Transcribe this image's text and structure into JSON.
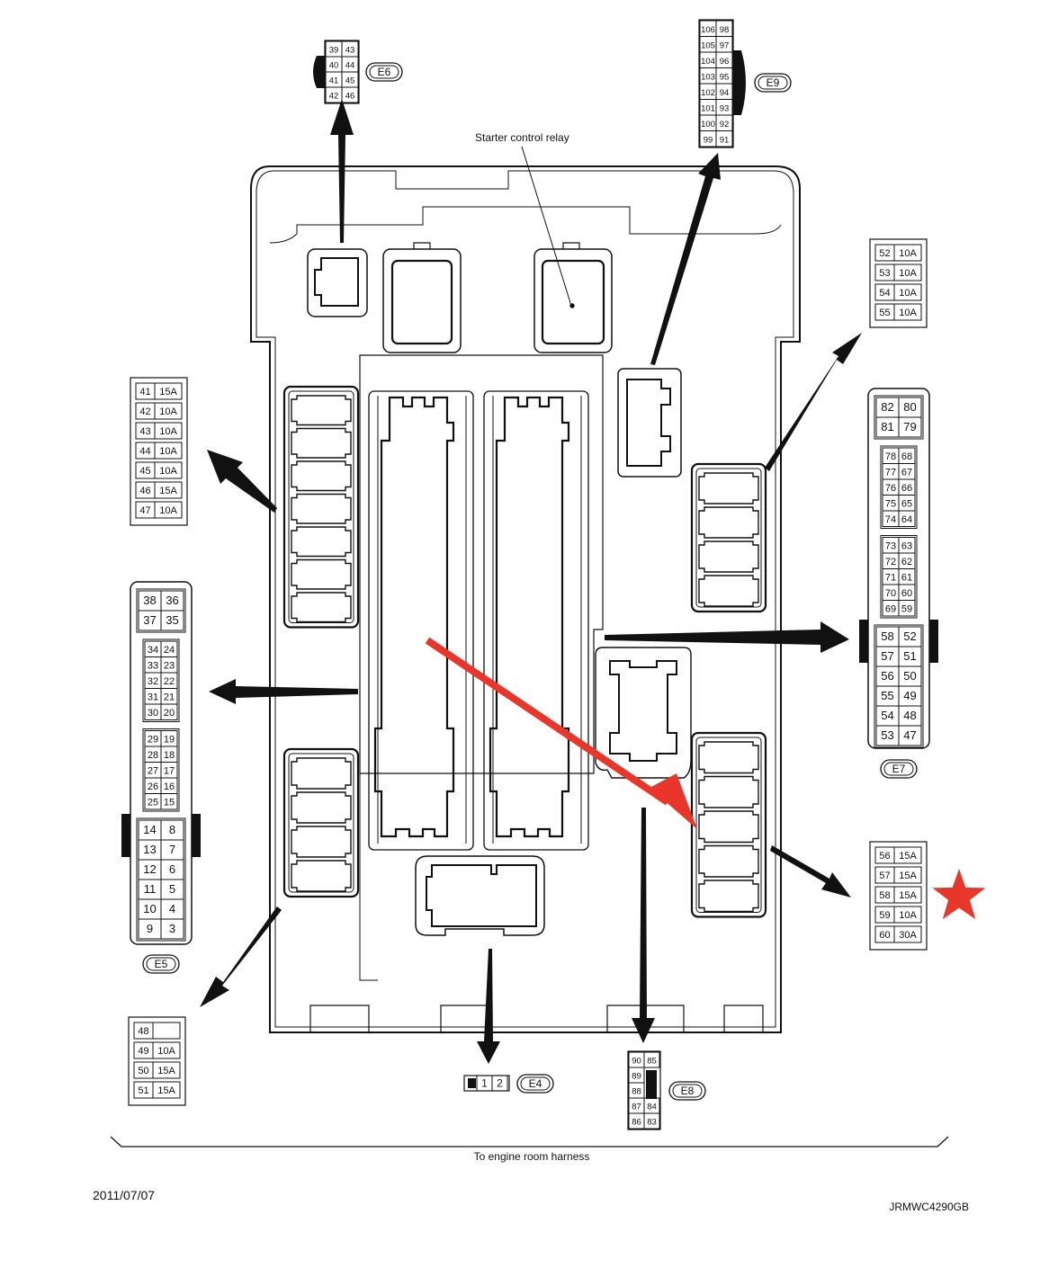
{
  "labels": {
    "starter_relay": "Starter control relay",
    "harness": "To engine room harness",
    "date": "2011/07/07",
    "code": "JRMWC4290GB"
  },
  "connectors": {
    "E4": "E4",
    "E5": "E5",
    "E6": "E6",
    "E7": "E7",
    "E8": "E8",
    "E9": "E9"
  },
  "e4_pins": [
    "1",
    "2"
  ],
  "e6_rows": [
    [
      "39",
      "43"
    ],
    [
      "40",
      "44"
    ],
    [
      "41",
      "45"
    ],
    [
      "42",
      "46"
    ]
  ],
  "e9_rows": [
    [
      "106",
      "98"
    ],
    [
      "105",
      "97"
    ],
    [
      "104",
      "96"
    ],
    [
      "103",
      "95"
    ],
    [
      "102",
      "94"
    ],
    [
      "101",
      "93"
    ],
    [
      "100",
      "92"
    ],
    [
      "99",
      "91"
    ]
  ],
  "e8_rows": [
    [
      "90",
      "85"
    ],
    [
      "89",
      ""
    ],
    [
      "88",
      ""
    ],
    [
      "87",
      "84"
    ],
    [
      "86",
      "83"
    ]
  ],
  "e5_groups": [
    [
      [
        "38",
        "36"
      ],
      [
        "37",
        "35"
      ]
    ],
    [
      [
        "34",
        "24"
      ],
      [
        "33",
        "23"
      ],
      [
        "32",
        "22"
      ],
      [
        "31",
        "21"
      ],
      [
        "30",
        "20"
      ]
    ],
    [
      [
        "29",
        "19"
      ],
      [
        "28",
        "18"
      ],
      [
        "27",
        "17"
      ],
      [
        "26",
        "16"
      ],
      [
        "25",
        "15"
      ]
    ],
    [
      [
        "14",
        "8"
      ],
      [
        "13",
        "7"
      ],
      [
        "12",
        "6"
      ],
      [
        "11",
        "5"
      ],
      [
        "10",
        "4"
      ],
      [
        "9",
        "3"
      ]
    ]
  ],
  "e7_groups": [
    [
      [
        "82",
        "80"
      ],
      [
        "81",
        "79"
      ]
    ],
    [
      [
        "78",
        "68"
      ],
      [
        "77",
        "67"
      ],
      [
        "76",
        "66"
      ],
      [
        "75",
        "65"
      ],
      [
        "74",
        "64"
      ]
    ],
    [
      [
        "73",
        "63"
      ],
      [
        "72",
        "62"
      ],
      [
        "71",
        "61"
      ],
      [
        "70",
        "60"
      ],
      [
        "69",
        "59"
      ]
    ],
    [
      [
        "58",
        "52"
      ],
      [
        "57",
        "51"
      ],
      [
        "56",
        "50"
      ],
      [
        "55",
        "49"
      ],
      [
        "54",
        "48"
      ],
      [
        "53",
        "47"
      ]
    ]
  ],
  "fuse_tables": {
    "left_top": [
      [
        "41",
        "15A"
      ],
      [
        "42",
        "10A"
      ],
      [
        "43",
        "10A"
      ],
      [
        "44",
        "10A"
      ],
      [
        "45",
        "10A"
      ],
      [
        "46",
        "15A"
      ],
      [
        "47",
        "10A"
      ]
    ],
    "left_bottom": [
      [
        "48",
        ""
      ],
      [
        "49",
        "10A"
      ],
      [
        "50",
        "15A"
      ],
      [
        "51",
        "15A"
      ]
    ],
    "right_top": [
      [
        "52",
        "10A"
      ],
      [
        "53",
        "10A"
      ],
      [
        "54",
        "10A"
      ],
      [
        "55",
        "10A"
      ]
    ],
    "right_bottom": [
      [
        "56",
        "15A"
      ],
      [
        "57",
        "15A"
      ],
      [
        "58",
        "15A"
      ],
      [
        "59",
        "10A"
      ],
      [
        "60",
        "30A"
      ]
    ]
  },
  "highlight": {
    "fuse": "58",
    "arrow_color": "#e8362a",
    "star_color": "#e8362a"
  }
}
